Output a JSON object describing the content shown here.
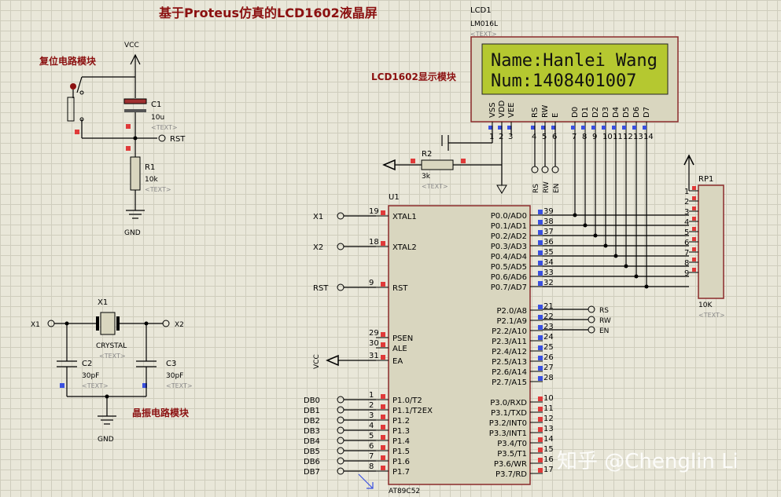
{
  "title": "基于Proteus仿真的LCD1602液晶屏",
  "labels": {
    "reset_module": "复位电路模块",
    "lcd_module": "LCD1602显示模块",
    "crystal_module": "晶振电路模块"
  },
  "lcd": {
    "ref": "LCD1",
    "model": "LM016L",
    "text_tag": "<TEXT>",
    "line1": "Name:Hanlei Wang",
    "line2": "Num:1408401007",
    "pins": [
      "VSS",
      "VDD",
      "VEE",
      "RS",
      "RW",
      "E",
      "D0",
      "D1",
      "D2",
      "D3",
      "D4",
      "D5",
      "D6",
      "D7"
    ],
    "pin_nums": [
      "1",
      "2",
      "3",
      "4",
      "5",
      "6",
      "7",
      "8",
      "9",
      "10",
      "11",
      "12",
      "13",
      "14"
    ]
  },
  "c1": {
    "ref": "C1",
    "value": "10u",
    "text_tag": "<TEXT>"
  },
  "r1": {
    "ref": "R1",
    "value": "10k",
    "text_tag": "<TEXT>"
  },
  "r2": {
    "ref": "R2",
    "value": "3k",
    "text_tag": "<TEXT>"
  },
  "rp1": {
    "ref": "RP1",
    "value": "10K",
    "text_tag": "<TEXT>",
    "pins": [
      "1",
      "2",
      "3",
      "4",
      "5",
      "6",
      "7",
      "8",
      "9"
    ]
  },
  "x1": {
    "ref": "X1",
    "value": "CRYSTAL",
    "text_tag": "<TEXT>"
  },
  "c2": {
    "ref": "C2",
    "value": "30pF",
    "text_tag": "<TEXT>"
  },
  "c3": {
    "ref": "C3",
    "value": "30pF",
    "text_tag": "<TEXT>"
  },
  "power": {
    "vcc": "VCC",
    "gnd": "GND"
  },
  "nets": {
    "rst": "RST",
    "x1": "X1",
    "x2": "X2",
    "rs": "RS",
    "rw": "RW",
    "en": "EN",
    "vcc": "VCC"
  },
  "mcu": {
    "ref": "U1",
    "model": "AT89C52",
    "left_pins": [
      {
        "num": "19",
        "name": "XTAL1",
        "net": "X1"
      },
      {
        "num": "18",
        "name": "XTAL2",
        "net": "X2"
      },
      {
        "num": "9",
        "name": "RST",
        "net": "RST"
      },
      {
        "num": "29",
        "name": "PSEN",
        "net": ""
      },
      {
        "num": "30",
        "name": "ALE",
        "net": ""
      },
      {
        "num": "31",
        "name": "EA",
        "net": "VCC"
      },
      {
        "num": "1",
        "name": "P1.0/T2",
        "net": "DB0"
      },
      {
        "num": "2",
        "name": "P1.1/T2EX",
        "net": "DB1"
      },
      {
        "num": "3",
        "name": "P1.2",
        "net": "DB2"
      },
      {
        "num": "4",
        "name": "P1.3",
        "net": "DB3"
      },
      {
        "num": "5",
        "name": "P1.4",
        "net": "DB4"
      },
      {
        "num": "6",
        "name": "P1.5",
        "net": "DB5"
      },
      {
        "num": "7",
        "name": "P1.6",
        "net": "DB6"
      },
      {
        "num": "8",
        "name": "P1.7",
        "net": "DB7"
      }
    ],
    "right_p0": [
      {
        "num": "39",
        "name": "P0.0/AD0"
      },
      {
        "num": "38",
        "name": "P0.1/AD1"
      },
      {
        "num": "37",
        "name": "P0.2/AD2"
      },
      {
        "num": "36",
        "name": "P0.3/AD3"
      },
      {
        "num": "35",
        "name": "P0.4/AD4"
      },
      {
        "num": "34",
        "name": "P0.5/AD5"
      },
      {
        "num": "33",
        "name": "P0.6/AD6"
      },
      {
        "num": "32",
        "name": "P0.7/AD7"
      }
    ],
    "right_p2": [
      {
        "num": "21",
        "name": "P2.0/A8"
      },
      {
        "num": "22",
        "name": "P2.1/A9"
      },
      {
        "num": "23",
        "name": "P2.2/A10"
      },
      {
        "num": "24",
        "name": "P2.3/A11"
      },
      {
        "num": "25",
        "name": "P2.4/A12"
      },
      {
        "num": "26",
        "name": "P2.5/A13"
      },
      {
        "num": "27",
        "name": "P2.6/A14"
      },
      {
        "num": "28",
        "name": "P2.7/A15"
      }
    ],
    "right_p3": [
      {
        "num": "10",
        "name": "P3.0/RXD"
      },
      {
        "num": "11",
        "name": "P3.1/TXD"
      },
      {
        "num": "12",
        "name": "P3.2/INT0"
      },
      {
        "num": "13",
        "name": "P3.3/INT1"
      },
      {
        "num": "14",
        "name": "P3.4/T0"
      },
      {
        "num": "15",
        "name": "P3.5/T1"
      },
      {
        "num": "16",
        "name": "P3.6/WR"
      },
      {
        "num": "17",
        "name": "P3.7/RD"
      }
    ]
  },
  "watermark": "知乎 @Chenglin Li",
  "colors": {
    "label_red": "#8b1010",
    "lcd_green": "#b5c830",
    "chip_fill": "#d9d6bf",
    "background": "#e9e7d9"
  }
}
